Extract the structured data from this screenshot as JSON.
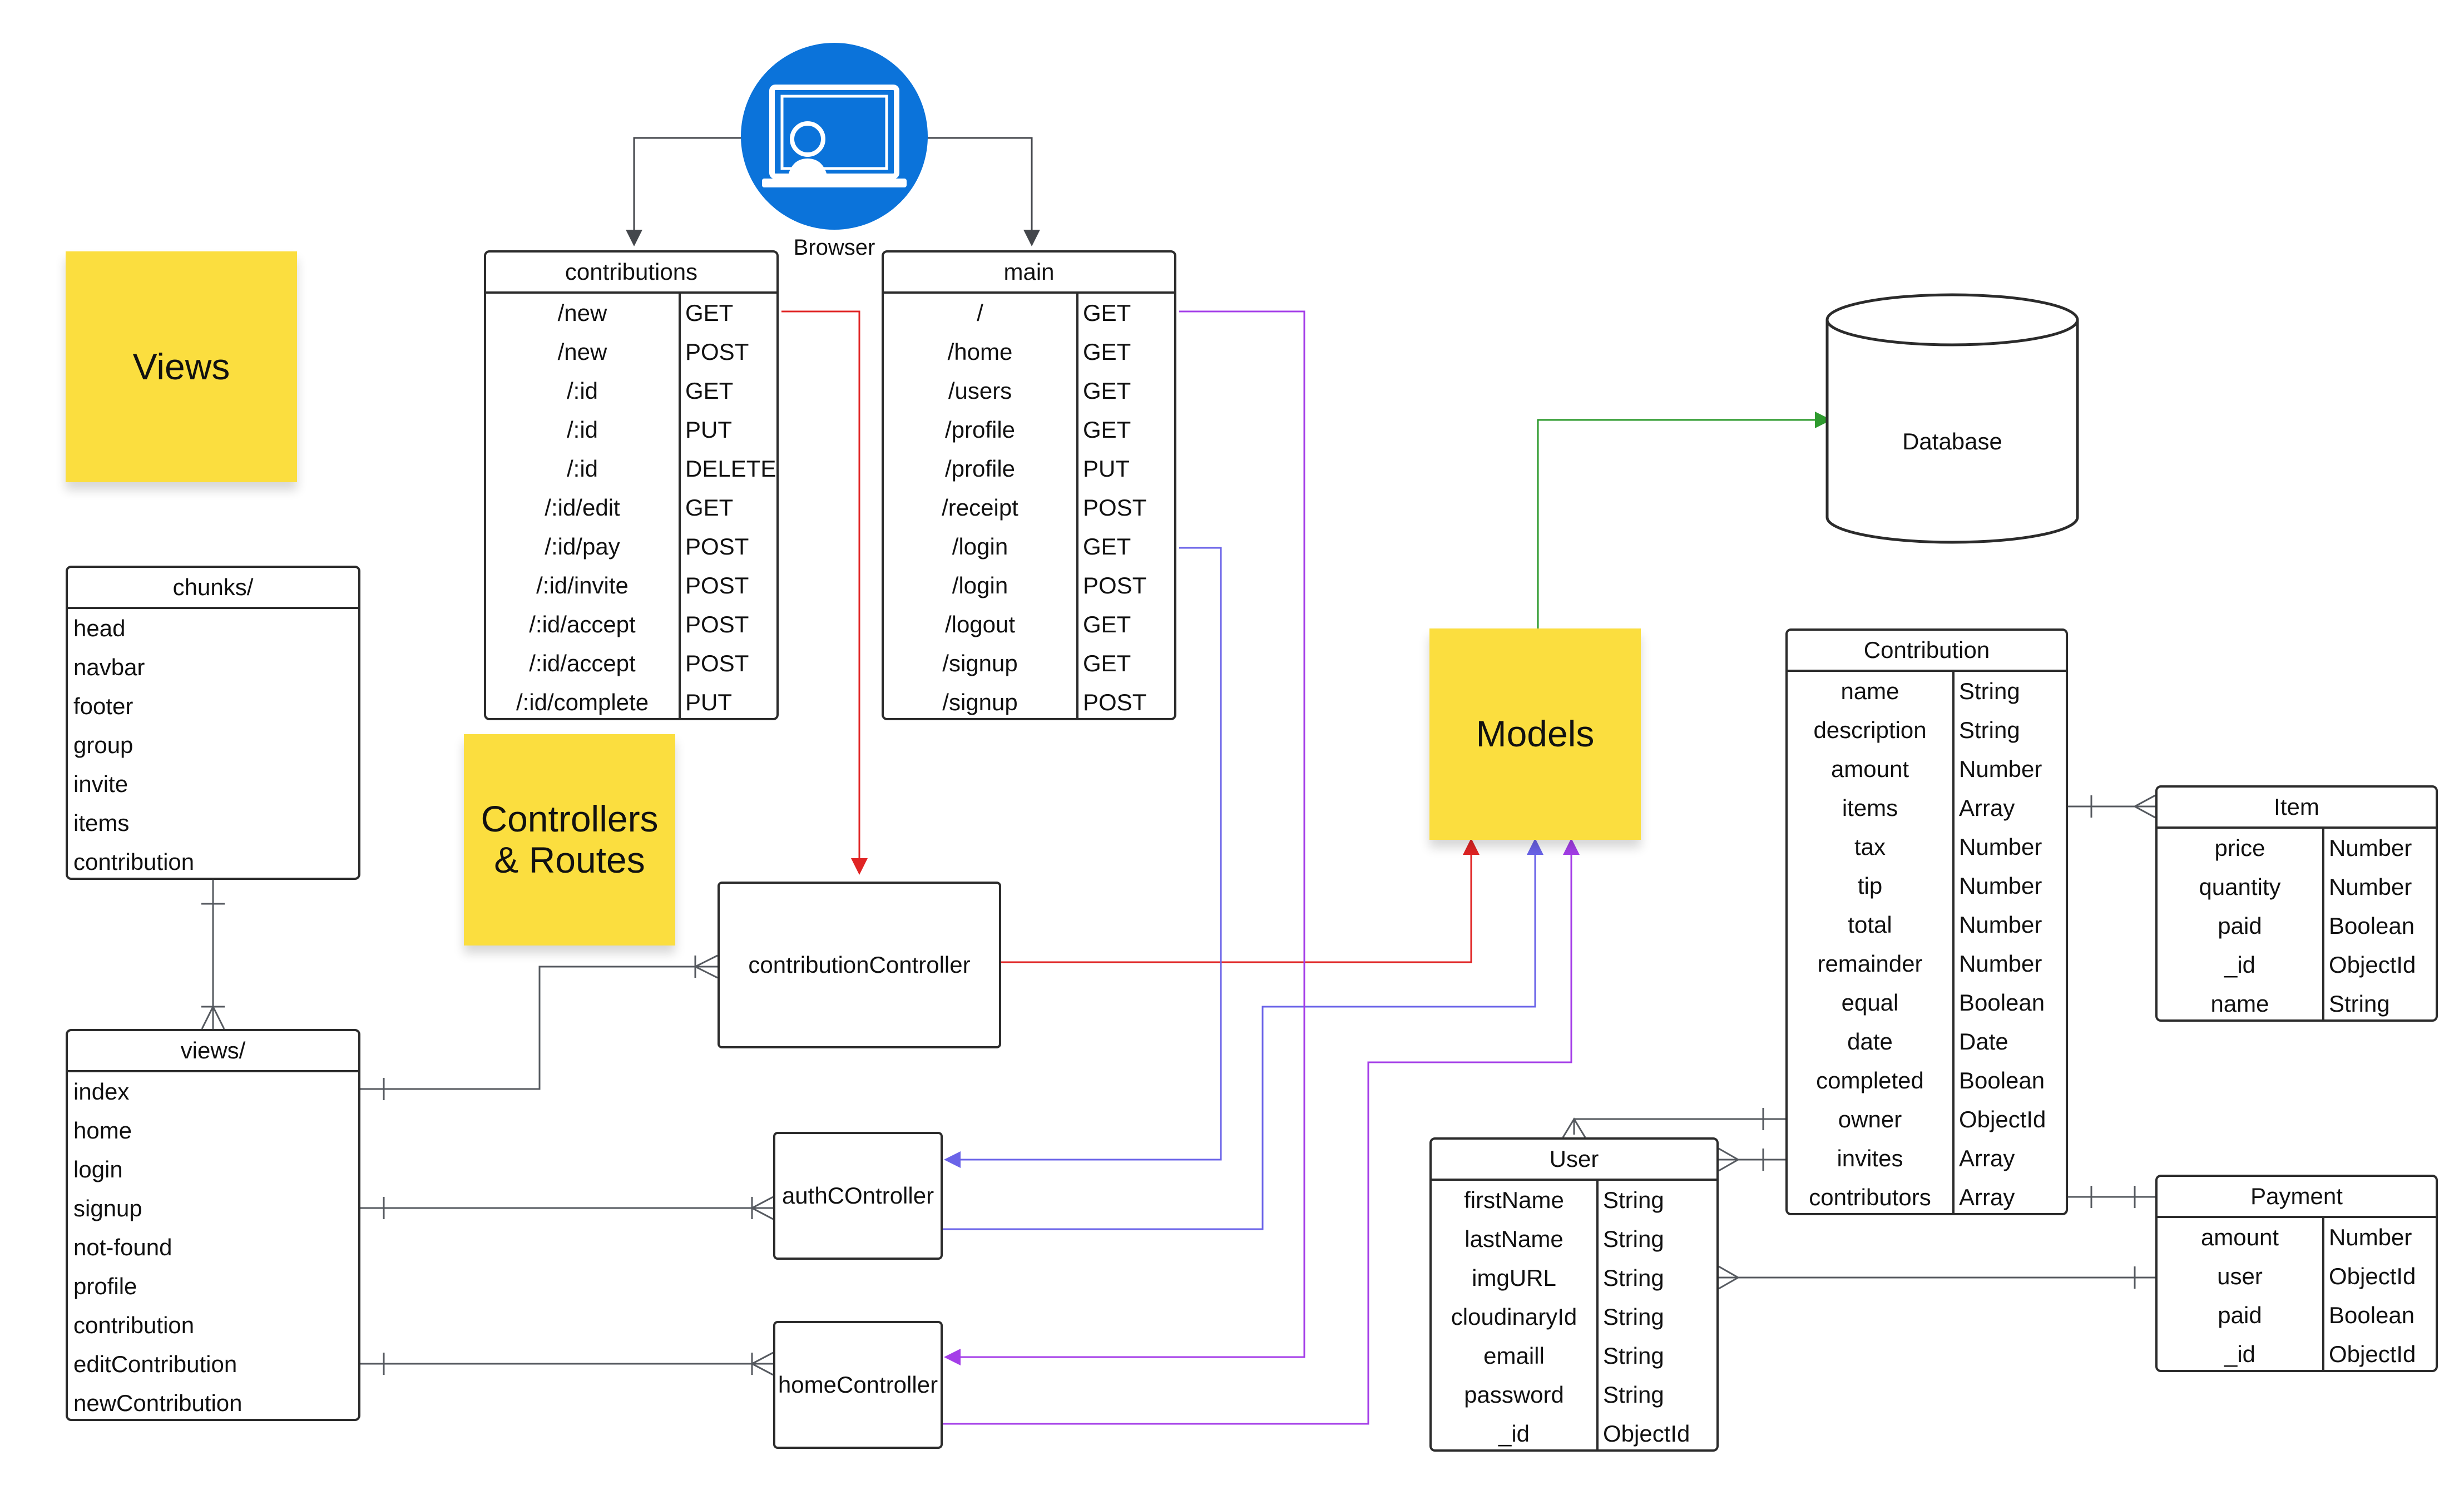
{
  "browser": {
    "label": "Browser"
  },
  "stickies": {
    "views": "Views",
    "controllers": "Controllers\n& Routes",
    "models": "Models"
  },
  "database": {
    "label": "Database"
  },
  "contributions_routes": {
    "title": "contributions",
    "rows": [
      [
        "/new",
        "GET"
      ],
      [
        "/new",
        "POST"
      ],
      [
        "/:id",
        "GET"
      ],
      [
        "/:id",
        "PUT"
      ],
      [
        "/:id",
        "DELETE"
      ],
      [
        "/:id/edit",
        "GET"
      ],
      [
        "/:id/pay",
        "POST"
      ],
      [
        "/:id/invite",
        "POST"
      ],
      [
        "/:id/accept",
        "POST"
      ],
      [
        "/:id/accept",
        "POST"
      ],
      [
        "/:id/complete",
        "PUT"
      ]
    ]
  },
  "main_routes": {
    "title": "main",
    "rows": [
      [
        "/",
        "GET"
      ],
      [
        "/home",
        "GET"
      ],
      [
        "/users",
        "GET"
      ],
      [
        "/profile",
        "GET"
      ],
      [
        "/profile",
        "PUT"
      ],
      [
        "/receipt",
        "POST"
      ],
      [
        "/login",
        "GET"
      ],
      [
        "/login",
        "POST"
      ],
      [
        "/logout",
        "GET"
      ],
      [
        "/signup",
        "GET"
      ],
      [
        "/signup",
        "POST"
      ]
    ]
  },
  "chunks": {
    "title": "chunks/",
    "items": [
      "head",
      "navbar",
      "footer",
      "group",
      "invite",
      "items",
      "contribution"
    ]
  },
  "views": {
    "title": "views/",
    "items": [
      "index",
      "home",
      "login",
      "signup",
      "not-found",
      "profile",
      "contribution",
      "editContribution",
      "newContribution"
    ]
  },
  "controllers": {
    "contribution": "contributionController",
    "auth": "authCOntroller",
    "home": "homeController"
  },
  "contribution_model": {
    "title": "Contribution",
    "rows": [
      [
        "name",
        "String"
      ],
      [
        "description",
        "String"
      ],
      [
        "amount",
        "Number"
      ],
      [
        "items",
        "Array"
      ],
      [
        "tax",
        "Number"
      ],
      [
        "tip",
        "Number"
      ],
      [
        "total",
        "Number"
      ],
      [
        "remainder",
        "Number"
      ],
      [
        "equal",
        "Boolean"
      ],
      [
        "date",
        "Date"
      ],
      [
        "completed",
        "Boolean"
      ],
      [
        "owner",
        "ObjectId"
      ],
      [
        "invites",
        "Array"
      ],
      [
        "contributors",
        "Array"
      ]
    ]
  },
  "item_model": {
    "title": "Item",
    "rows": [
      [
        "price",
        "Number"
      ],
      [
        "quantity",
        "Number"
      ],
      [
        "paid",
        "Boolean"
      ],
      [
        "_id",
        "ObjectId"
      ],
      [
        "name",
        "String"
      ]
    ]
  },
  "user_model": {
    "title": "User",
    "rows": [
      [
        "firstName",
        "String"
      ],
      [
        "lastName",
        "String"
      ],
      [
        "imgURL",
        "String"
      ],
      [
        "cloudinaryId",
        "String"
      ],
      [
        "emaill",
        "String"
      ],
      [
        "password",
        "String"
      ],
      [
        "_id",
        "ObjectId"
      ]
    ]
  },
  "payment_model": {
    "title": "Payment",
    "rows": [
      [
        "amount",
        "Number"
      ],
      [
        "user",
        "ObjectId"
      ],
      [
        "paid",
        "Boolean"
      ],
      [
        "_id",
        "ObjectId"
      ]
    ]
  },
  "colors": {
    "sticky": "#fbde3f",
    "browser_circle": "#0b73da",
    "red_edge": "#e02424",
    "blue_edge": "#6a63e8",
    "purple_edge": "#a43ee8",
    "green_edge": "#2e9a2e",
    "gray_edge": "#55595f"
  }
}
